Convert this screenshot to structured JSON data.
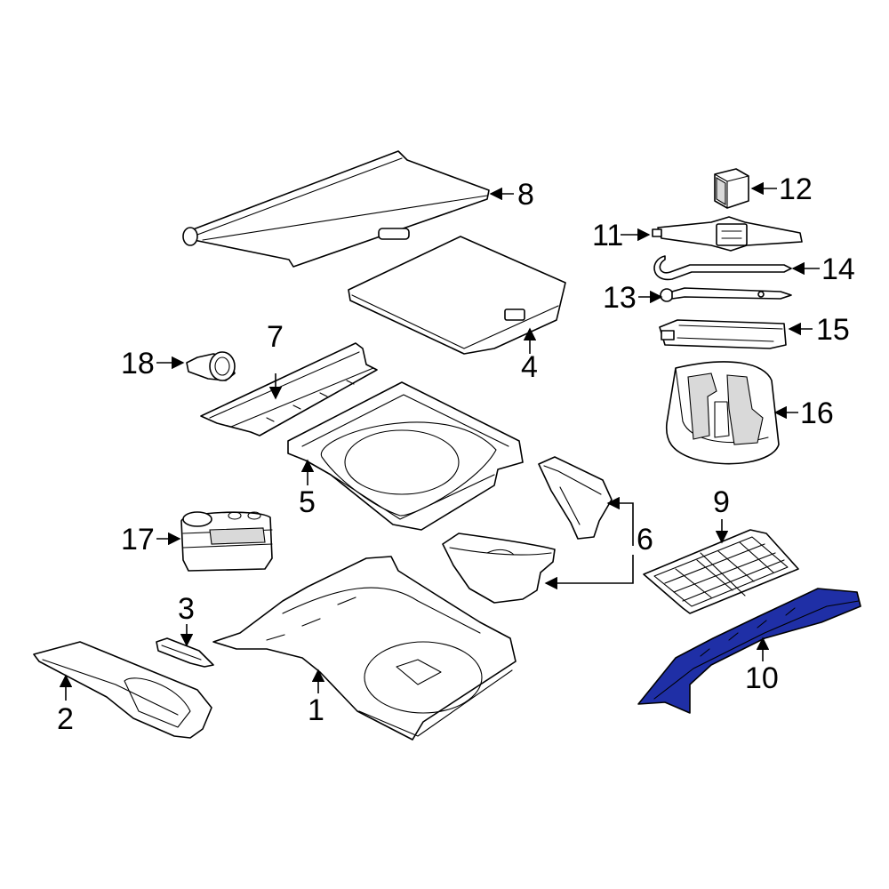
{
  "callouts": {
    "c1": "1",
    "c2": "2",
    "c3": "3",
    "c4": "4",
    "c5": "5",
    "c6": "6",
    "c7": "7",
    "c8": "8",
    "c9": "9",
    "c10": "10",
    "c11": "11",
    "c12": "12",
    "c13": "13",
    "c14": "14",
    "c15": "15",
    "c16": "16",
    "c17": "17",
    "c18": "18"
  },
  "colors": {
    "highlight": "#1f2fa6",
    "line": "#000000",
    "background": "#ffffff"
  }
}
